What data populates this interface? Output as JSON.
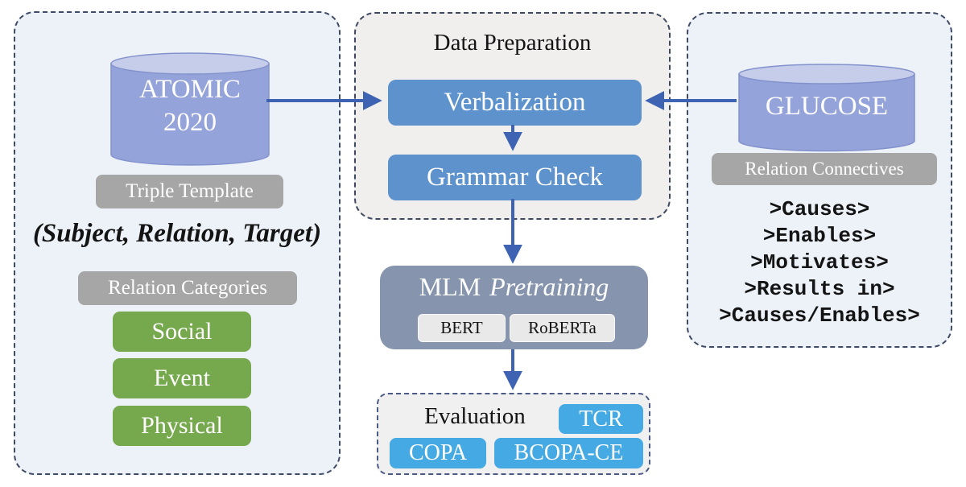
{
  "colors": {
    "panel_blue_bg": "#edf2f9",
    "panel_gray_bg": "#f0efee",
    "panel_border": "#3f4b66",
    "cylinder_body": "#94a3d9",
    "cylinder_top": "#c5cdeb",
    "gray_label_bg": "#a6a6a6",
    "green_button": "#76a84e",
    "step_button_blue": "#5d92cd",
    "mlm_box": "#8695ad",
    "model_box_bg": "#e9e9e9",
    "eval_button_blue": "#45a9e3",
    "arrow_blue": "#3e63b2"
  },
  "left_panel": {
    "database": {
      "line1": "ATOMIC",
      "line2": "2020"
    },
    "triple_template_label": "Triple Template",
    "triple_template_value": "(Subject, Relation, Target)",
    "relation_categories_label": "Relation Categories",
    "categories": [
      "Social",
      "Event",
      "Physical"
    ]
  },
  "data_preparation": {
    "title": "Data Preparation",
    "steps": [
      "Verbalization",
      "Grammar Check"
    ]
  },
  "pretraining": {
    "title_regular": "MLM",
    "title_italic": "Pretraining",
    "models": [
      "BERT",
      "RoBERTa"
    ]
  },
  "evaluation": {
    "title": "Evaluation",
    "benchmarks": [
      "TCR",
      "COPA",
      "BCOPA-CE"
    ]
  },
  "right_panel": {
    "database": "GLUCOSE",
    "relation_connectives_label": "Relation Connectives",
    "connectives": [
      ">Causes>",
      ">Enables>",
      ">Motivates>",
      ">Results in>",
      ">Causes/Enables>"
    ]
  }
}
